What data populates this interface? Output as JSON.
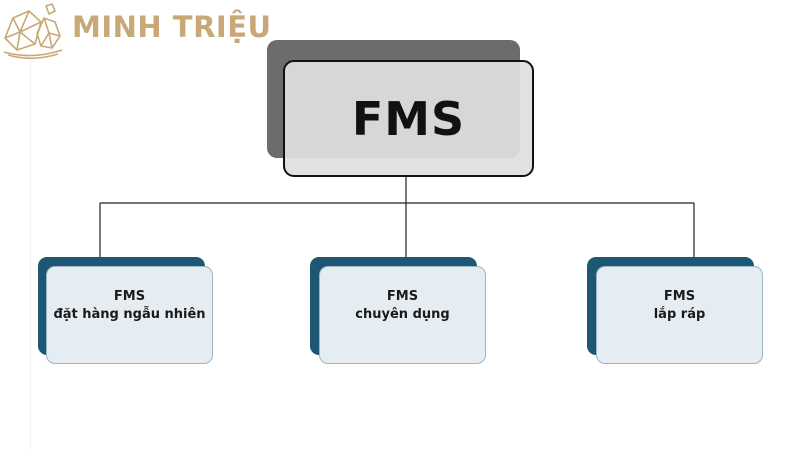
{
  "brand": {
    "name": "MINH TRIỆU",
    "icon": "crystal-gem-icon",
    "color": "#c9a877"
  },
  "diagram": {
    "root": {
      "label": "FMS"
    },
    "children": [
      {
        "title": "FMS",
        "subtitle": "đặt hàng ngẫu nhiên"
      },
      {
        "title": "FMS",
        "subtitle": "chuyên dụng"
      },
      {
        "title": "FMS",
        "subtitle": "lắp ráp"
      }
    ]
  },
  "colors": {
    "root_fill": "#dfdfdf",
    "root_shadow": "#6c6c6c",
    "child_fill": "#e6edf2",
    "child_shadow": "#1d5773",
    "connector": "#222222"
  }
}
